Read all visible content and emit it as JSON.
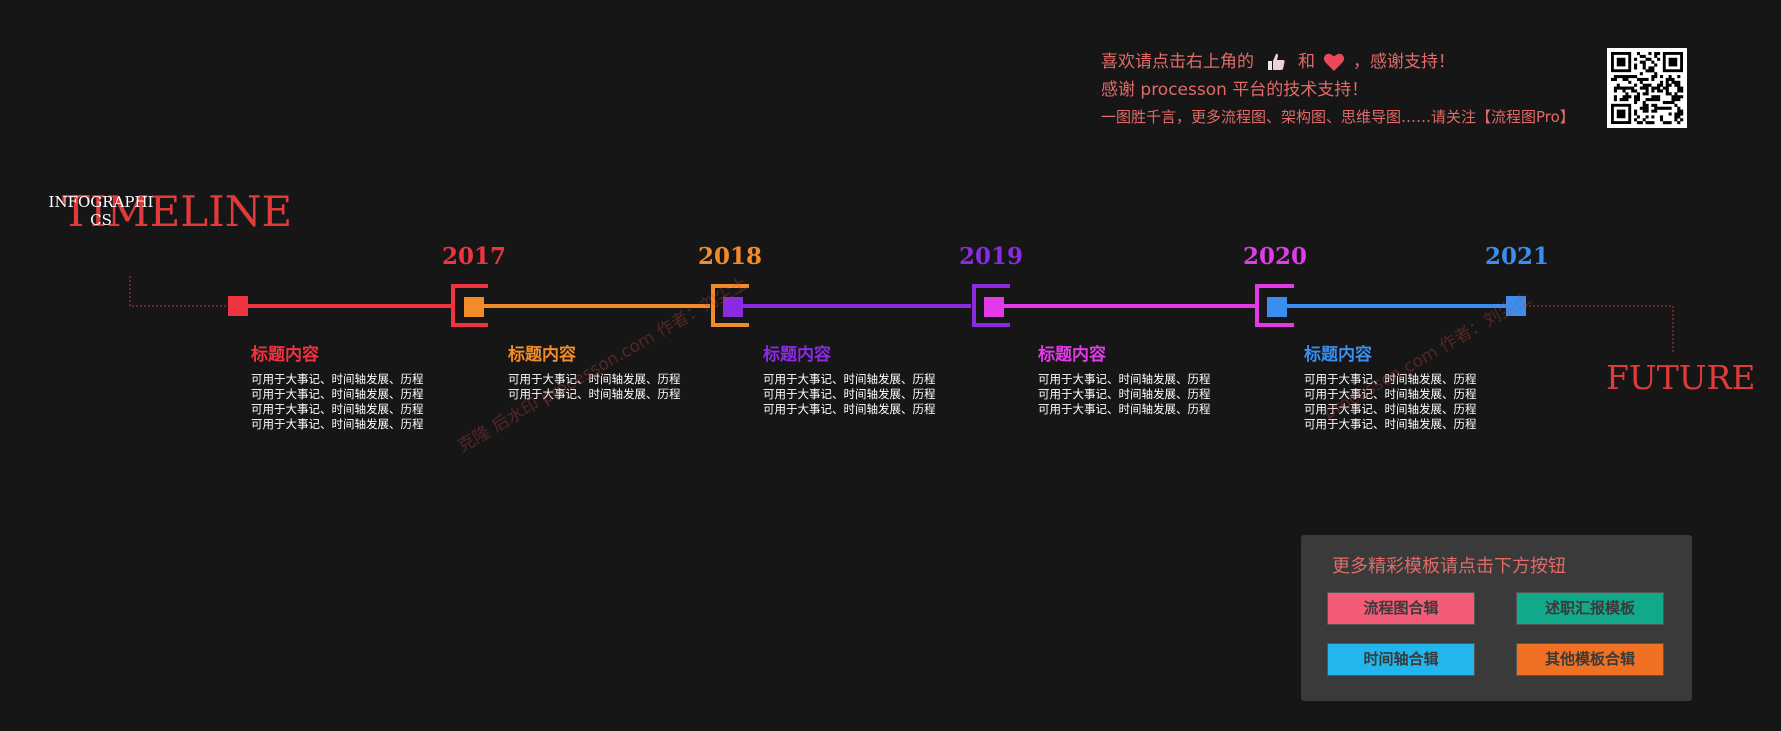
{
  "notice": {
    "line1_a": "喜欢请点击右上角的",
    "line1_b": "和",
    "line1_c": "，感谢支持！",
    "line2": "感谢 processon 平台的技术支持！",
    "line3": "一图胜千言，更多流程图、架构图、思维导图……请关注【流程图Pro】",
    "thumb_icon": "thumbs-up-icon",
    "heart_icon": "heart-icon",
    "heart_color": "#e84a5a"
  },
  "title": {
    "main": "TIMELINE",
    "sub": "INFOGRAPHICS",
    "end_label": "FUTURE",
    "color": "#e03a3a"
  },
  "years": [
    {
      "label": "2017",
      "color": "#ef3340"
    },
    {
      "label": "2018",
      "color": "#f28c28"
    },
    {
      "label": "2019",
      "color": "#8a2be2"
    },
    {
      "label": "2020",
      "color": "#e23ae8"
    },
    {
      "label": "2021",
      "color": "#3a8ef0"
    }
  ],
  "events": [
    {
      "title": "标题内容",
      "color": "#ef3340",
      "lines": [
        "可用于大事记、时间轴发展、历程",
        "可用于大事记、时间轴发展、历程",
        "可用于大事记、时间轴发展、历程",
        "可用于大事记、时间轴发展、历程"
      ]
    },
    {
      "title": "标题内容",
      "color": "#f28c28",
      "lines": [
        "可用于大事记、时间轴发展、历程",
        "可用于大事记、时间轴发展、历程"
      ]
    },
    {
      "title": "标题内容",
      "color": "#8a2be2",
      "lines": [
        "可用于大事记、时间轴发展、历程",
        "可用于大事记、时间轴发展、历程",
        "可用于大事记、时间轴发展、历程"
      ]
    },
    {
      "title": "标题内容",
      "color": "#e23ae8",
      "lines": [
        "可用于大事记、时间轴发展、历程",
        "可用于大事记、时间轴发展、历程",
        "可用于大事记、时间轴发展、历程"
      ]
    },
    {
      "title": "标题内容",
      "color": "#3a8ef0",
      "lines": [
        "可用于大事记、时间轴发展、历程",
        "可用于大事记、时间轴发展、历程",
        "可用于大事记、时间轴发展、历程",
        "可用于大事记、时间轴发展、历程"
      ]
    }
  ],
  "watermarks": [
    {
      "text": "克隆 后水印 processon.com 作者：刘尘土"
    },
    {
      "text": "processon.com 作者：刘尘土"
    }
  ],
  "panel": {
    "title": "更多精彩模板请点击下方按钮",
    "buttons": [
      {
        "label": "流程图合辑",
        "color": "#f25c78"
      },
      {
        "label": "述职汇报模板",
        "color": "#12a88a"
      },
      {
        "label": "时间轴合辑",
        "color": "#22b6ec"
      },
      {
        "label": "其他模板合辑",
        "color": "#f07024"
      }
    ]
  }
}
